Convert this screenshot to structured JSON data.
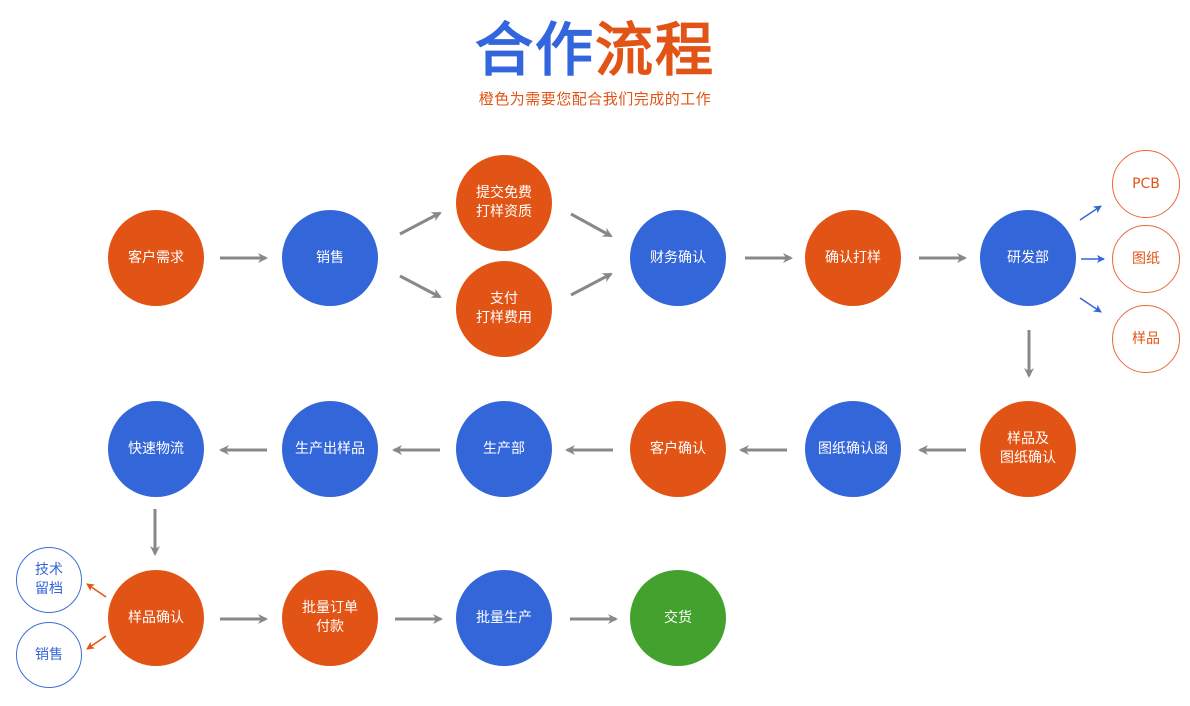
{
  "header": {
    "title_part1": "合作",
    "title_part2": "流程",
    "subtitle": "橙色为需要您配合我们完成的工作"
  },
  "colors": {
    "customer_task": "#e25416",
    "company_task": "#3366d9",
    "final_step": "#43a12e",
    "arrow": "#888888"
  },
  "nodes": {
    "customer_request": "客户需求",
    "sales": "销售",
    "submit_qualification": "提交免费\n打样资质",
    "pay_sample_fee": "支付\n打样费用",
    "finance_confirm": "财务确认",
    "confirm_sample": "确认打样",
    "rnd_dept": "研发部",
    "pcb": "PCB",
    "drawing": "图纸",
    "sample": "样品",
    "sample_drawing_confirm": "样品及\n图纸确认",
    "drawing_confirm_letter": "图纸确认函",
    "customer_confirm": "客户确认",
    "production_dept": "生产部",
    "produce_sample": "生产出样品",
    "express_logistics": "快速物流",
    "sample_confirm": "样品确认",
    "tech_archive": "技术\n留档",
    "sales_2": "销售",
    "bulk_order_payment": "批量订单\n付款",
    "mass_production": "批量生产",
    "delivery": "交货"
  }
}
